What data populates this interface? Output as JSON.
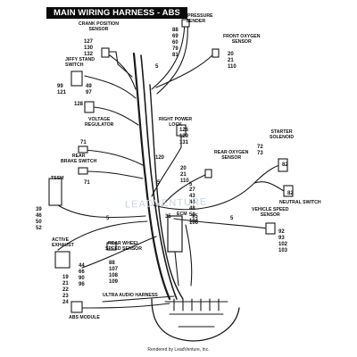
{
  "title": "MAIN WIRING HARNESS - ABS BRAKES",
  "labels": {
    "crank_position": "CRANK POSITION\nSENSOR",
    "oil_pressure": "OIL PRESSURE\nSENDER",
    "front_oxygen": "FRONT OXYGEN\nSENSOR",
    "jiffy_stand": "JIFFY STAND\nSWITCH",
    "voltage_regulator": "VOLTAGE\nREGULATOR",
    "right_power_lock": "RIGHT POWER\nLOCK",
    "rear_oxygen": "REAR OXYGEN\nSENSOR",
    "starter_solenoid": "STARTER\nSOLENOID",
    "rear_brake_switch": "REAR\nBRAKE SWITCH",
    "tssm": "TSSM",
    "neutral_switch": "NEUTRAL SWITCH",
    "vehicle_speed": "VEHICLE SPEED\nSENSOR",
    "ecm": "ECM",
    "active_exhaust": "ACTIVE\nEXHAUST",
    "rear_wheel_speed": "REAR WHEEL\nSPEED SENSOR",
    "ultra_audio": "ULTRA AUDIO HARNESS",
    "abs_module": "ABS MODULE"
  },
  "callouts": {
    "crank": "127\n130\n132",
    "oil": "88\n69\n60\n79\n81",
    "front_o2": "20\n21\n110",
    "jiffy_left": "99\n121",
    "jiffy_right": "49\n97",
    "c5_top": "5",
    "vr": "128",
    "rpl": "126\n129\n131",
    "rear_o2": "20\n21\n110",
    "c5_mid": "5",
    "starter": "72\n73",
    "n82a": "82",
    "n82b": "82",
    "n71a": "71",
    "n71b": "71",
    "n120": "120",
    "n5_ecm": "5",
    "ecm_block": "27\n43\n44\n48\n50\n104",
    "tssm_nums": "39\n46\n50\n52",
    "c5_left": "5",
    "n35": "35",
    "n95": "95",
    "n106": "106",
    "n5_ultra": "5",
    "vss": "92\n93\n102\n103",
    "rws_left": "44\n66\n90\n96",
    "rws_right": "88\n107\n108\n109",
    "abs_nums": "19\n21\n22\n23\n24"
  },
  "watermark": "LEADVENTURE",
  "footer": "Rendered by LeadVenture, Inc."
}
